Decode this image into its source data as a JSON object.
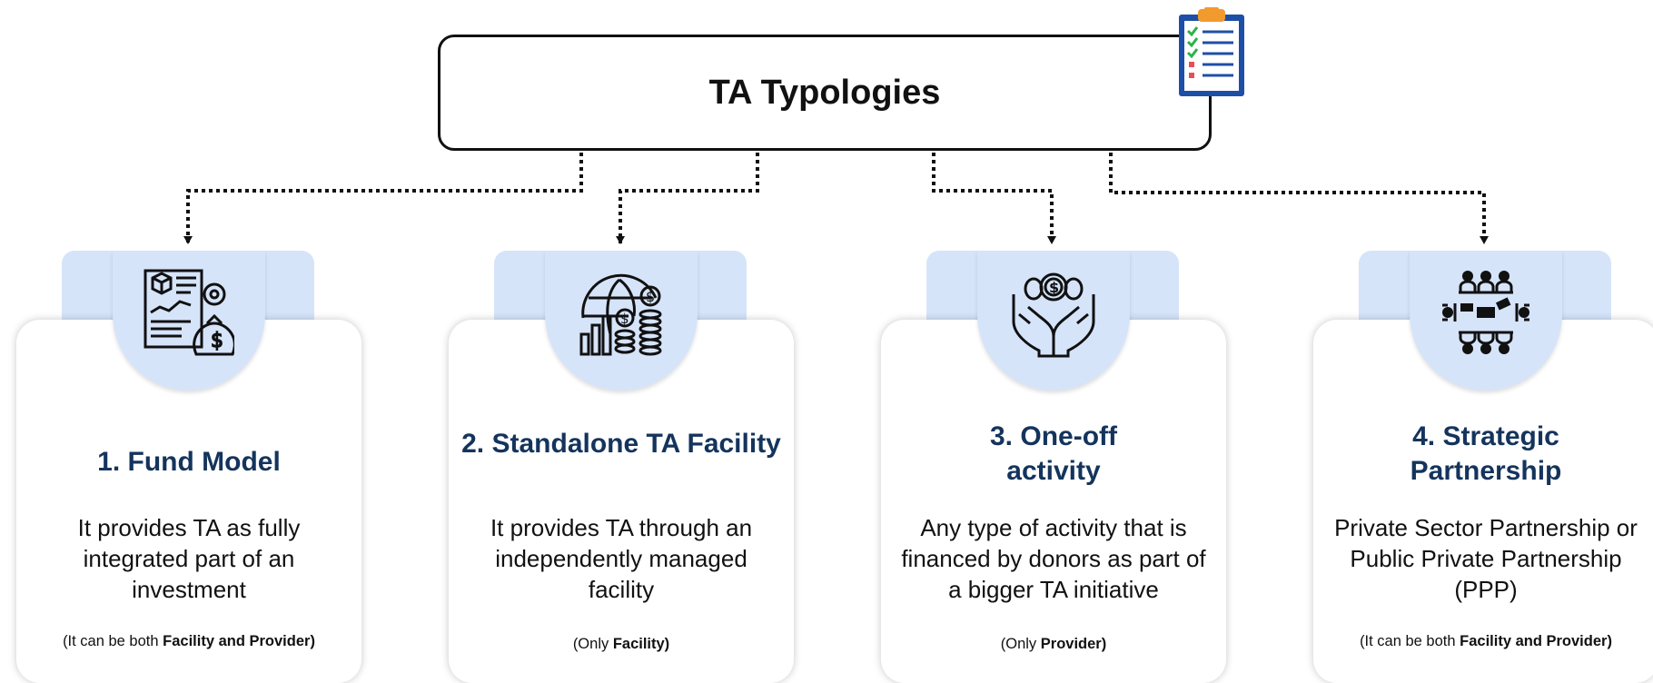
{
  "title": "TA Typologies",
  "icons": {
    "clipboard": "clipboard-checklist-icon",
    "card1": "fund-documents-money-bag-icon",
    "card2": "globe-chart-coins-icon",
    "card3": "hands-holding-coins-icon",
    "card4": "meeting-table-people-icon"
  },
  "colors": {
    "heading": "#14345c",
    "accent_fill": "#d6e4fa"
  },
  "cards": [
    {
      "heading_lines": [
        "1. Fund Model"
      ],
      "description": "It provides TA as fully integrated part of an investment",
      "note_prefix": "(It can be both ",
      "note_bold": "Facility and Provider)"
    },
    {
      "heading_lines": [
        "2. Standalone TA Facility"
      ],
      "description": "It provides TA through an independently managed facility",
      "note_prefix": "(Only ",
      "note_bold": "Facility)"
    },
    {
      "heading_lines": [
        "3. One-off",
        "activity"
      ],
      "description": "Any type of activity that is financed by donors as part of a bigger TA initiative",
      "note_prefix": "(Only ",
      "note_bold": "Provider)"
    },
    {
      "heading_lines": [
        "4. Strategic",
        "Partnership"
      ],
      "description": "Private Sector Partnership or Public Private Partnership (PPP)",
      "note_prefix": "(It can be both ",
      "note_bold": "Facility and Provider)"
    }
  ]
}
